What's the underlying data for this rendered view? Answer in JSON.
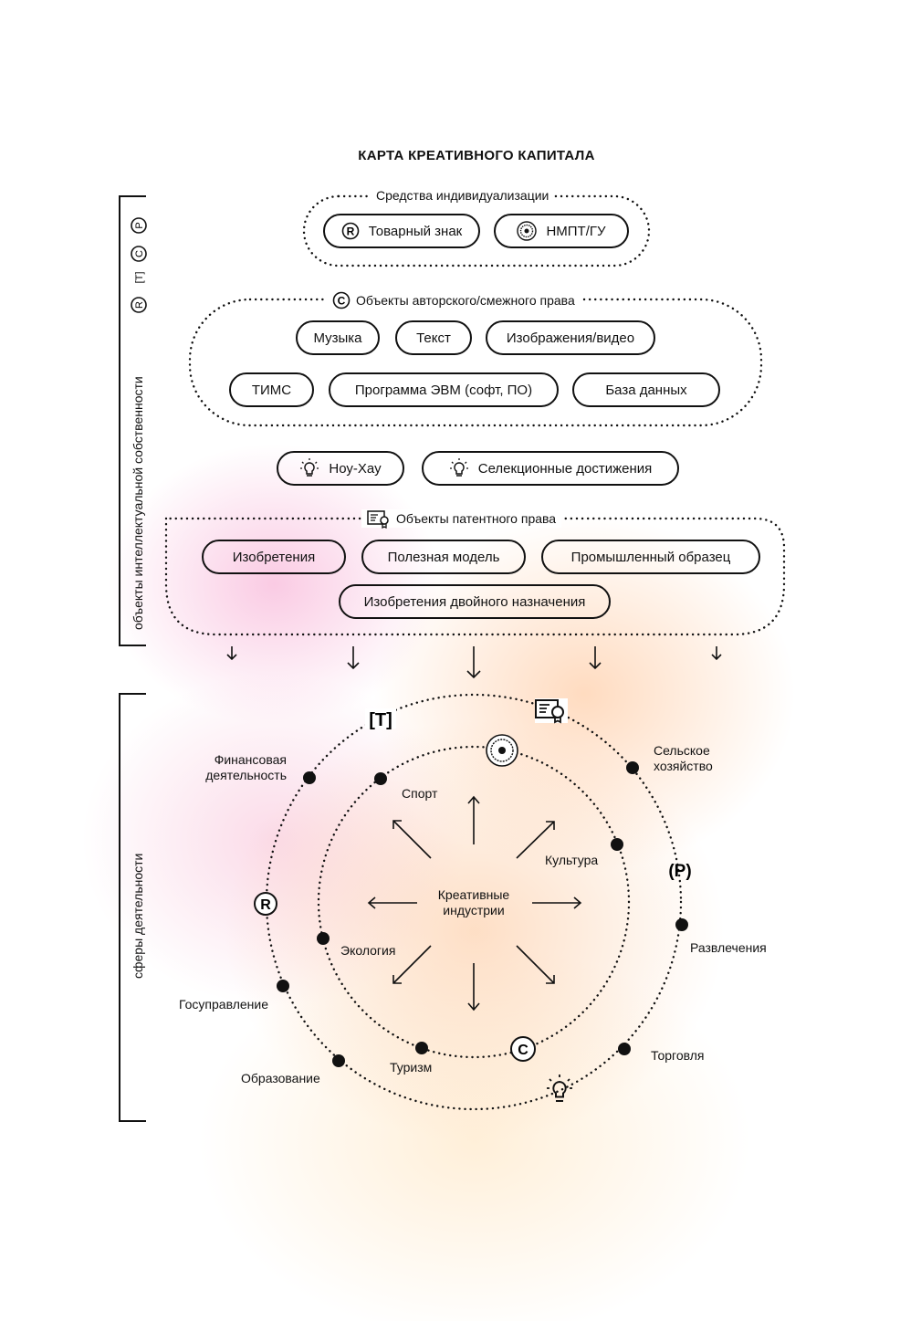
{
  "title": "КАРТА КРЕАТИВНОГО КАПИТАЛА",
  "sidebar": {
    "ip_objects_label": "объекты интеллектуальной собственности",
    "spheres_label": "сферы деятельности"
  },
  "groups": {
    "individualization": {
      "label": "Средства индивидуализации",
      "items": [
        "Товарный знак",
        "НМПТ/ГУ"
      ]
    },
    "copyright": {
      "label": "Объекты авторского/смежного права",
      "items_row1": [
        "Музыка",
        "Текст",
        "Изображения/видео"
      ],
      "items_row2": [
        "ТИМС",
        "Программа ЭВМ (софт, ПО)",
        "База данных"
      ]
    },
    "standalone": [
      "Ноу-Хау",
      "Селекционные достижения"
    ],
    "patent": {
      "label": "Объекты патентного права",
      "items_row1": [
        "Изобретения",
        "Полезная модель",
        "Промышленный образец"
      ],
      "items_row2": [
        "Изобретения двойного назначения"
      ]
    }
  },
  "circle": {
    "center_label": "Креативные индустрии",
    "inner_spheres": [
      "Спорт",
      "Культура",
      "Экология",
      "Туризм"
    ],
    "outer_spheres": [
      "Финансовая деятельность",
      "Сельское хозяйство",
      "Развлечения",
      "Госуправление",
      "Торговля",
      "Образование"
    ],
    "marker_symbols": {
      "trademark": "R",
      "tims": "T",
      "selection": "P",
      "copyright": "C"
    }
  },
  "colors": {
    "ink": "#111111",
    "pink": "#f6a0cd",
    "orange": "#ffbe8c"
  }
}
